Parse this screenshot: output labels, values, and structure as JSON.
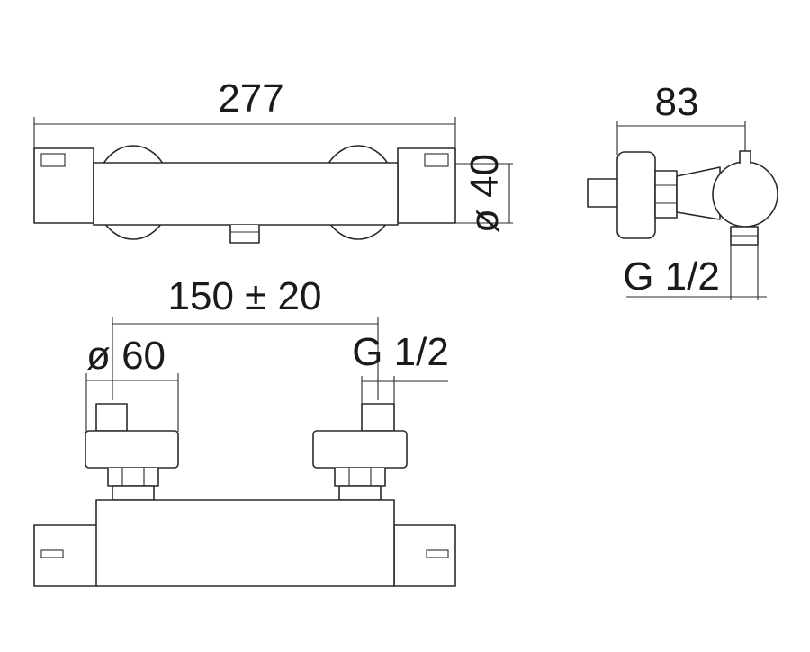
{
  "dimensions": {
    "overall_length": "277",
    "body_diameter": "ø 40",
    "depth": "83",
    "side_outlet_thread": "G 1/2",
    "center_distance": "150 ± 20",
    "eccentric_diameter": "ø 60",
    "inlet_thread": "G 1/2"
  },
  "colors": {
    "line": "#2a2a2a",
    "background": "#ffffff"
  }
}
